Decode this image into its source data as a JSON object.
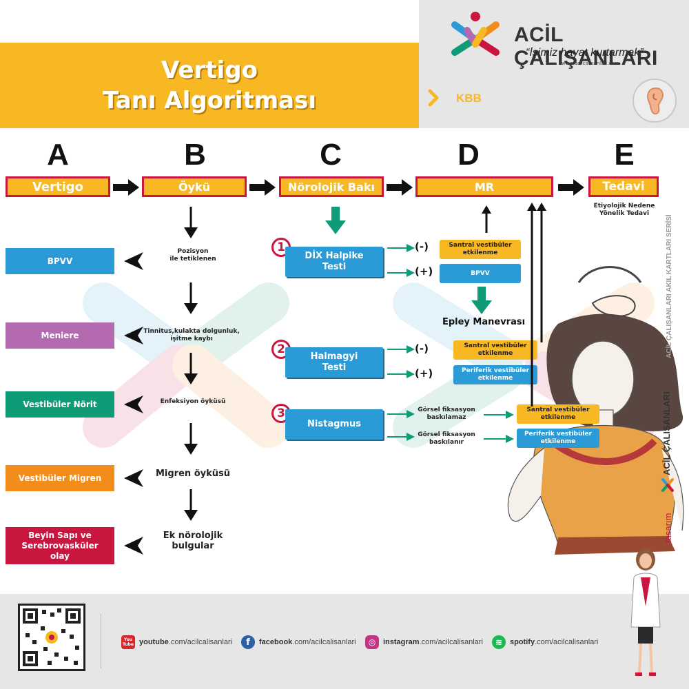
{
  "title": {
    "line1": "Vertigo",
    "line2": "Tanı Algoritması"
  },
  "brand": {
    "name": "ACİL ÇALIŞANLARI",
    "slogan": "“İşimiz hayat kurtarmak”",
    "url": "www.acilcalisanlari.com"
  },
  "category": "KBB",
  "columns": [
    "A",
    "B",
    "C",
    "D",
    "E"
  ],
  "top_row": {
    "a": "Vertigo",
    "b": "Öykü",
    "c": "Nörolojik Bakı",
    "d": "MR",
    "e": "Tedavi"
  },
  "treatment_note": {
    "line1": "Etiyolojik Nedene",
    "line2": "Yönelik Tedavi"
  },
  "diagnoses": [
    {
      "label": "BPVV",
      "color": "#2a9bd6"
    },
    {
      "label": "Meniere",
      "color": "#b36ab0"
    },
    {
      "label": "Vestibüler Nörit",
      "color": "#0f9a78"
    },
    {
      "label": "Vestibüler Migren",
      "color": "#f28c1b"
    },
    {
      "label": "Beyin Sapı ve Serebrovasküler olay",
      "color": "#c9163f"
    }
  ],
  "history_labels": [
    {
      "line1": "Pozisyon",
      "line2": "ile tetiklenen"
    },
    {
      "line1": "Tinnitus,kulakta dolgunluk,",
      "line2": "işitme kaybı"
    },
    {
      "line1": "Enfeksiyon öyküsü",
      "line2": ""
    },
    {
      "line1": "Migren öyküsü",
      "line2": ""
    },
    {
      "line1": "Ek nörolojik",
      "line2": "bulgular"
    }
  ],
  "tests": [
    {
      "num": "1",
      "line1": "DİX Halpike",
      "line2": "Testi"
    },
    {
      "num": "2",
      "line1": "Halmagyi",
      "line2": "Testi"
    },
    {
      "num": "3",
      "line1": "Nistagmus",
      "line2": ""
    }
  ],
  "signs": {
    "neg": "(-)",
    "pos": "(+)"
  },
  "results": {
    "dix_neg": {
      "line1": "Santral vestibüler",
      "line2": "etkilenme"
    },
    "dix_pos": "BPVV",
    "epley": "Epley Manevrası",
    "hal_neg": {
      "line1": "Santral vestibüler",
      "line2": "etkilenme"
    },
    "hal_pos": {
      "line1": "Periferik vestibüler",
      "line2": "etkilenme"
    },
    "nis_fix1": {
      "line1": "Görsel fiksasyon",
      "line2": "baskılamaz"
    },
    "nis_fix2": {
      "line1": "Görsel fiksasyon",
      "line2": "baskılanır"
    },
    "nis_res1": {
      "line1": "Santral vestibüler",
      "line2": "etkilenme"
    },
    "nis_res2": {
      "line1": "Periferik vestibüler",
      "line2": "etkilenme"
    }
  },
  "side_text": {
    "series": "ACİL ÇALIŞANLARI AKIL KARTLARI SERİSİ",
    "brand_small": "ACİL ÇALIŞANLARI",
    "design": "tasarım"
  },
  "social": [
    {
      "icon": "youtube-icon",
      "badge": "You Tube",
      "bold": "youtube",
      "rest": ".com/acilcalisanlari",
      "color": "#d9252a"
    },
    {
      "icon": "facebook-icon",
      "badge": "f",
      "bold": "facebook",
      "rest": ".com/acilcalisanlari",
      "color": "#2d5fa8"
    },
    {
      "icon": "instagram-icon",
      "badge": "◎",
      "bold": "instagram",
      "rest": ".com/acilcalisanlari",
      "color": "#c13584"
    },
    {
      "icon": "spotify-icon",
      "badge": "≋",
      "bold": "spotify",
      "rest": ".com/acilcalisanlari",
      "color": "#1db954"
    }
  ],
  "colors": {
    "yellow": "#f7b824",
    "red": "#c9163f",
    "blue": "#2a9bd6",
    "green": "#0f9a78",
    "purple": "#b36ab0",
    "orange": "#f28c1b"
  }
}
